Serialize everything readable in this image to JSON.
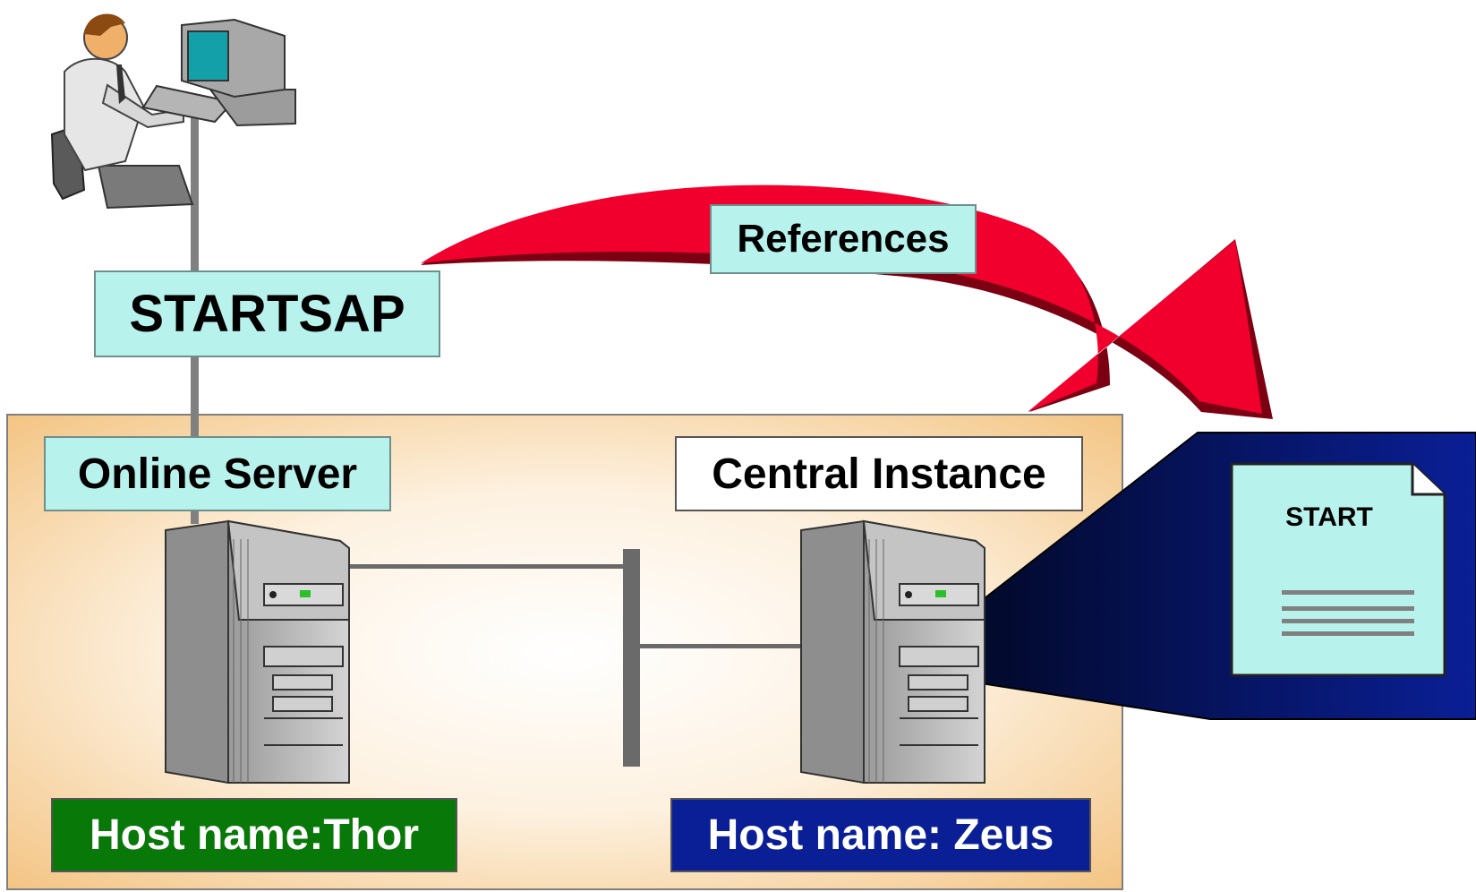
{
  "labels": {
    "startsap": "STARTSAP",
    "references": "References",
    "online_server": "Online Server",
    "central_instance": "Central Instance",
    "host_thor": "Host name:Thor",
    "host_zeus": "Host name: Zeus",
    "start_file": "START"
  },
  "colors": {
    "region_fill": "#f4c37e",
    "arrow": "#f2002d",
    "arrow_shadow": "#7a0012",
    "label_cyan": "#b8f2ec",
    "host_green": "#087808",
    "host_navy": "#0a1f96",
    "projection_navy": "#0a1f96"
  },
  "icons": [
    "user-at-workstation-icon",
    "server-tower-icon",
    "document-icon"
  ]
}
